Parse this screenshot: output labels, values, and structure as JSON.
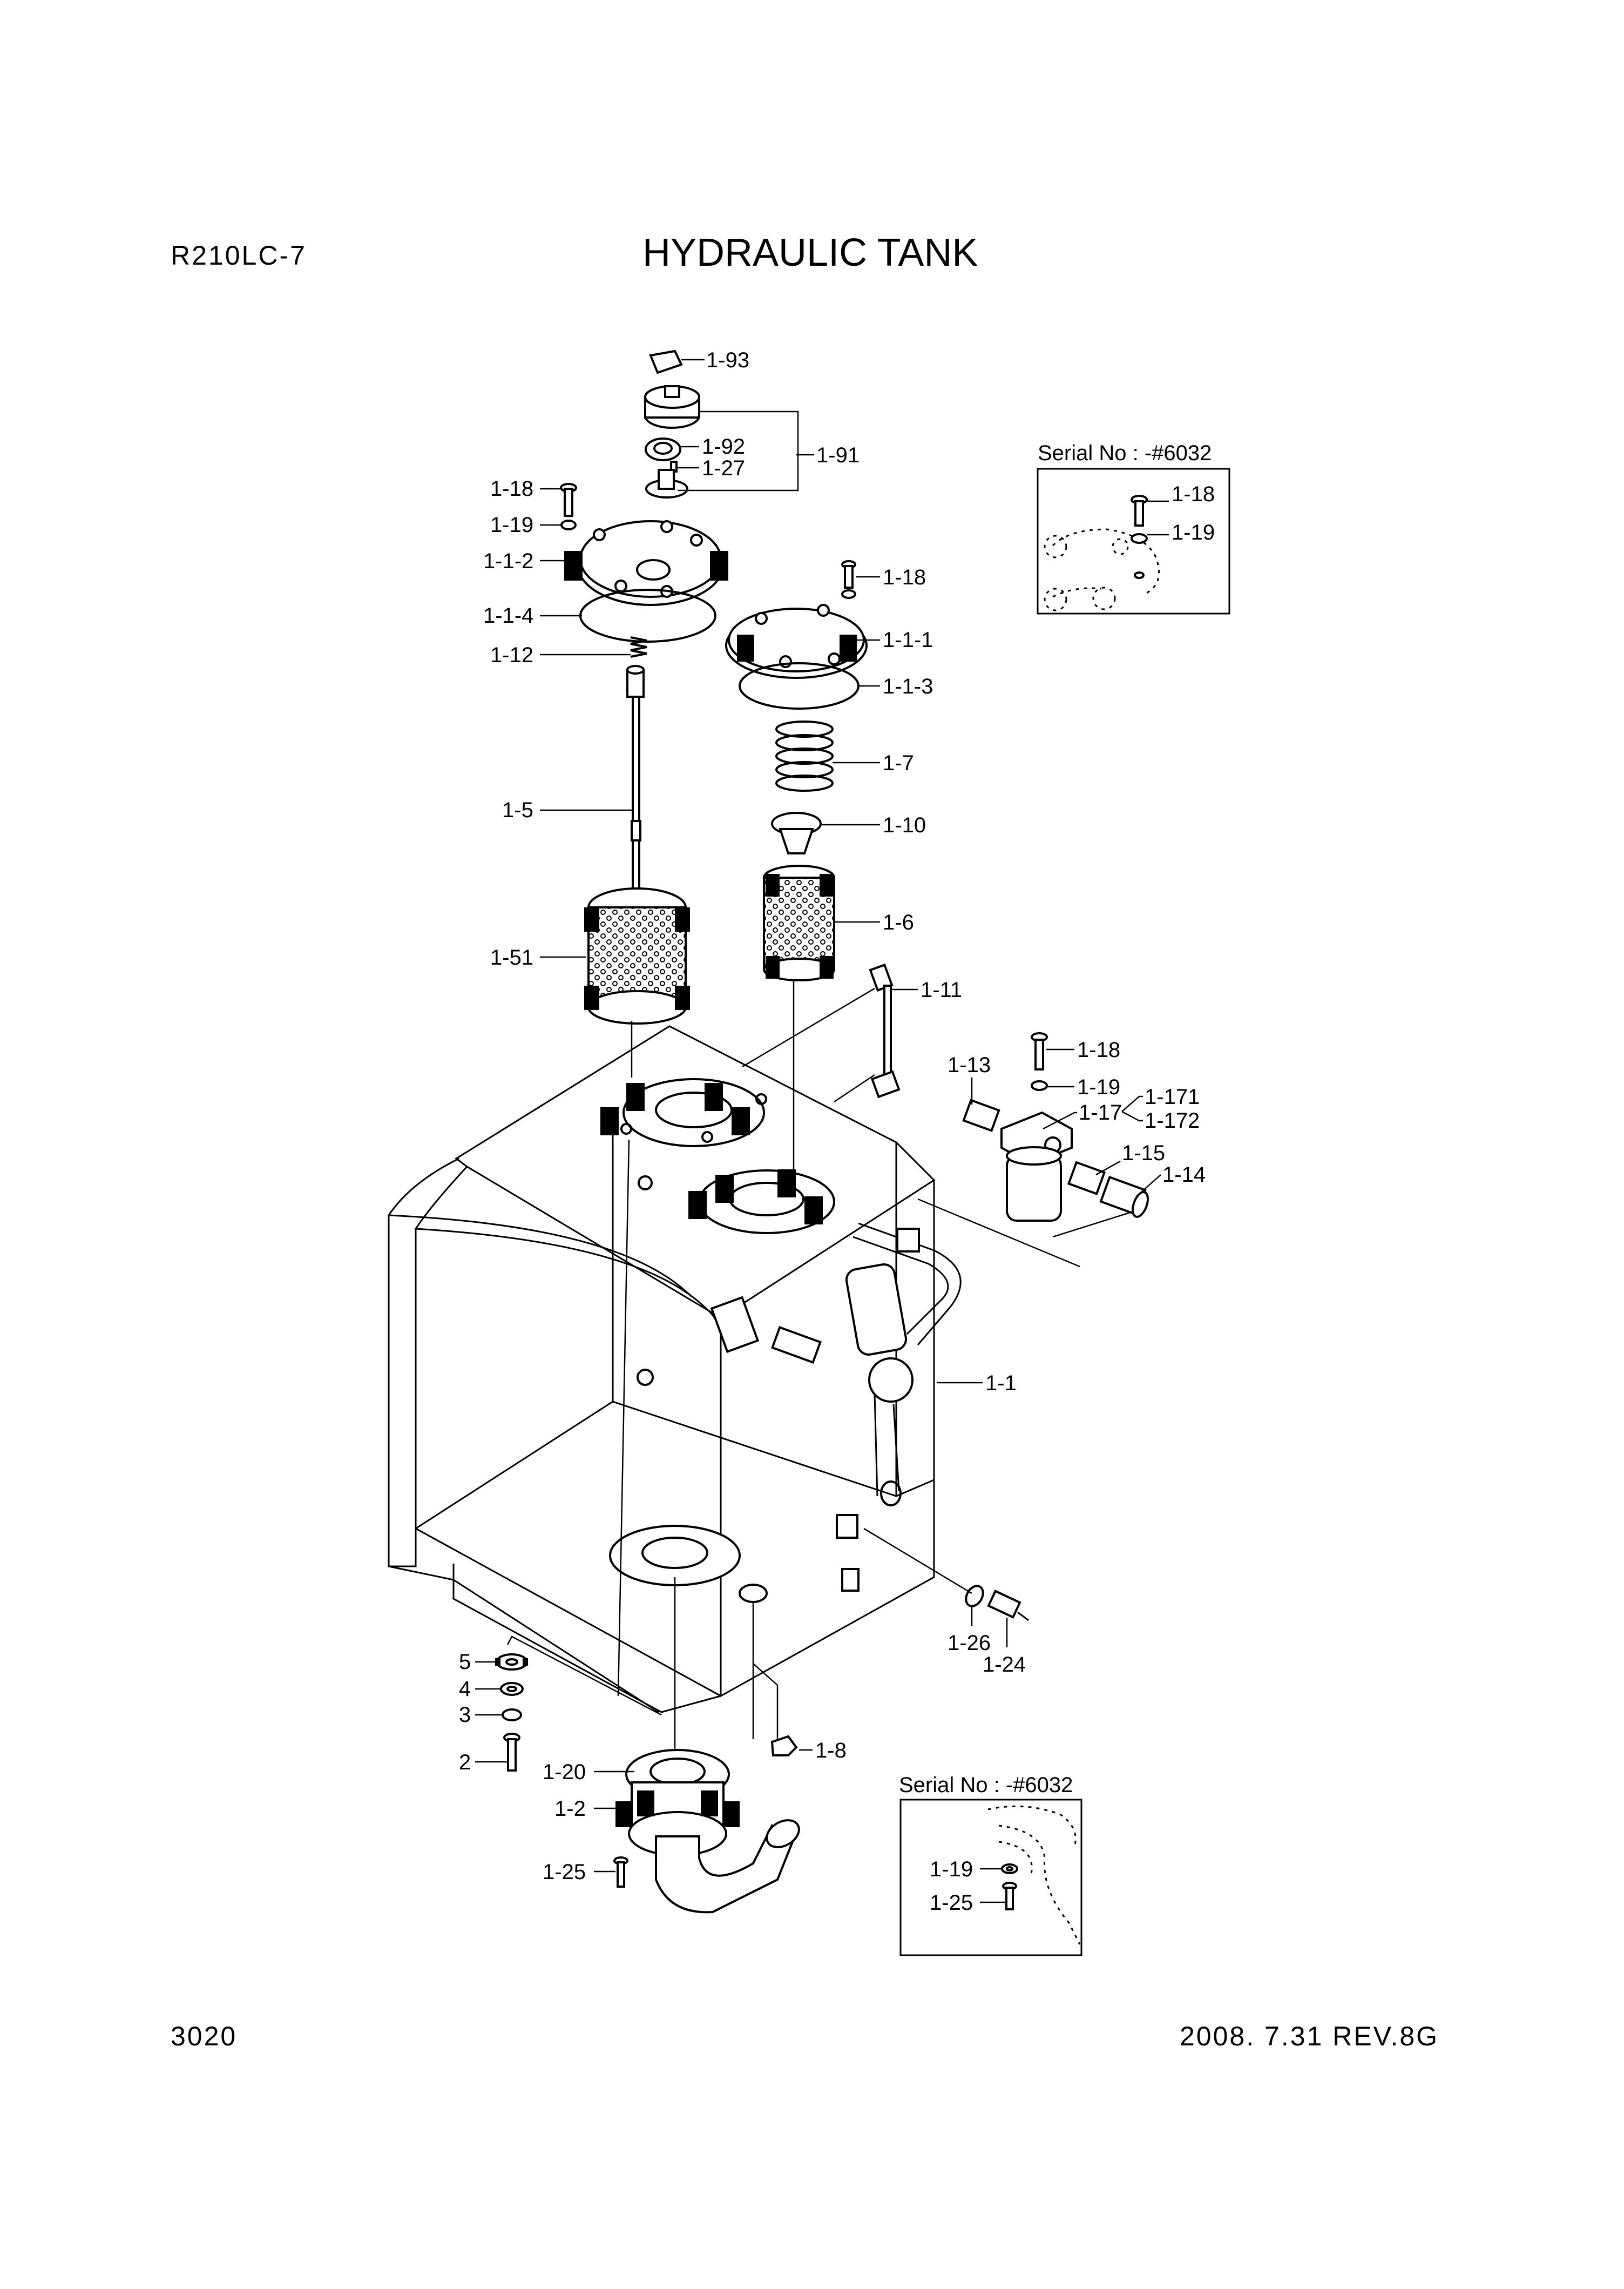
{
  "header": {
    "model": "R210LC-7",
    "title": "HYDRAULIC TANK"
  },
  "footer": {
    "page_number": "3020",
    "revision": "2008. 7.31  REV.8G"
  },
  "part_labels": {
    "p1_93": "1-93",
    "p1_92": "1-92",
    "p1_27": "1-27",
    "p1_91": "1-91",
    "p1_18_a": "1-18",
    "p1_19_a": "1-19",
    "p1_1_2": "1-1-2",
    "p1_1_4": "1-1-4",
    "p1_12": "1-12",
    "p1_5": "1-5",
    "p1_51": "1-51",
    "p1_18_b": "1-18",
    "p1_1_1": "1-1-1",
    "p1_1_3": "1-1-3",
    "p1_7": "1-7",
    "p1_10": "1-10",
    "p1_6": "1-6",
    "p1_11": "1-11",
    "p1_13": "1-13",
    "p1_18_c": "1-18",
    "p1_19_c": "1-19",
    "p1_17": "1-17",
    "p1_171": "1-171",
    "p1_172": "1-172",
    "p1_15": "1-15",
    "p1_14": "1-14",
    "p1_1": "1-1",
    "p1_26": "1-26",
    "p1_24": "1-24",
    "p5": "5",
    "p4": "4",
    "p3": "3",
    "p2": "2",
    "p1_8": "1-8",
    "p1_20": "1-20",
    "p1_2": "1-2",
    "p1_25": "1-25"
  },
  "inset_top": {
    "serial": "Serial No : -#6032",
    "p1_18": "1-18",
    "p1_19": "1-19"
  },
  "inset_bottom": {
    "serial": "Serial No : -#6032",
    "p1_19": "1-19",
    "p1_25": "1-25"
  }
}
